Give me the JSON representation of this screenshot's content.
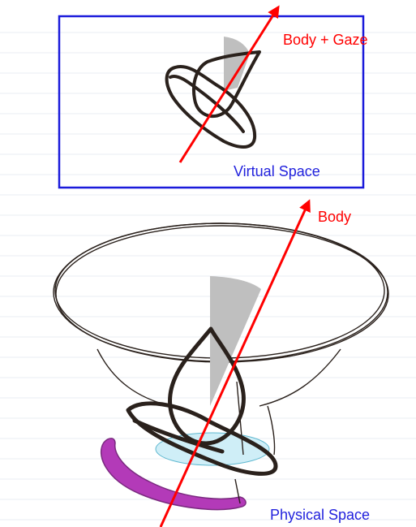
{
  "labels": {
    "virtual_arrow": "Body + Gaze",
    "virtual_space": "Virtual Space",
    "physical_arrow": "Body",
    "physical_space": "Physical Space"
  },
  "colors": {
    "arrow": "#ff0000",
    "box": "#1a1adb",
    "space_label": "#2222dd",
    "sketch_stroke": "#2a211c",
    "wedge": "#bfbfbf",
    "platform_fill": "#cfeef7",
    "cushion_fill": "#b33ab8",
    "ruled_lines": "#e9eef3"
  }
}
